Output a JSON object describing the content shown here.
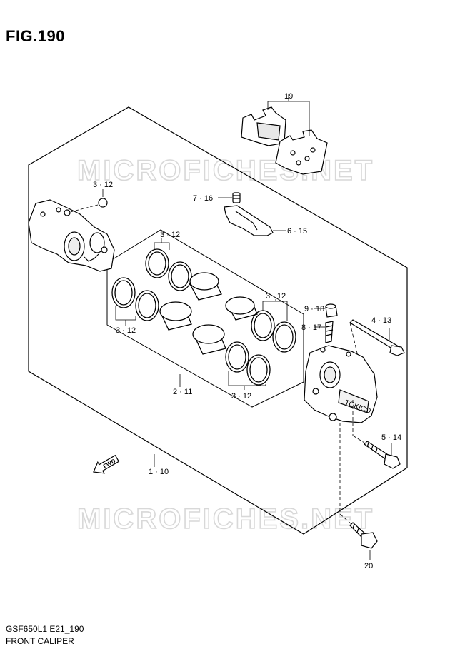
{
  "figure": {
    "title": "FIG.190"
  },
  "footer": {
    "model_code": "GSF650L1 E21_190",
    "section_name": "FRONT CALIPER"
  },
  "watermark": {
    "text": "MICROFICHES.NET"
  },
  "direction_arrow": {
    "label": "FWD"
  },
  "callouts": {
    "pads": "19",
    "caliper_small_seal": "3 · 12",
    "pad_pin": "7 · 16",
    "pad_spring": "6 · 15",
    "seals_top": "3 · 12",
    "seals_left": "3 · 12",
    "seals_right": "3 · 12",
    "seals_bottom": "3 · 12",
    "bleeder_cap": "9 · 18",
    "bleeder_valve": "8 · 17",
    "slide_pin": "4 · 13",
    "pistons": "2 · 11",
    "mount_bolt_pin": "5 · 14",
    "caliper_assy": "1 · 10",
    "mount_bolt": "20"
  }
}
